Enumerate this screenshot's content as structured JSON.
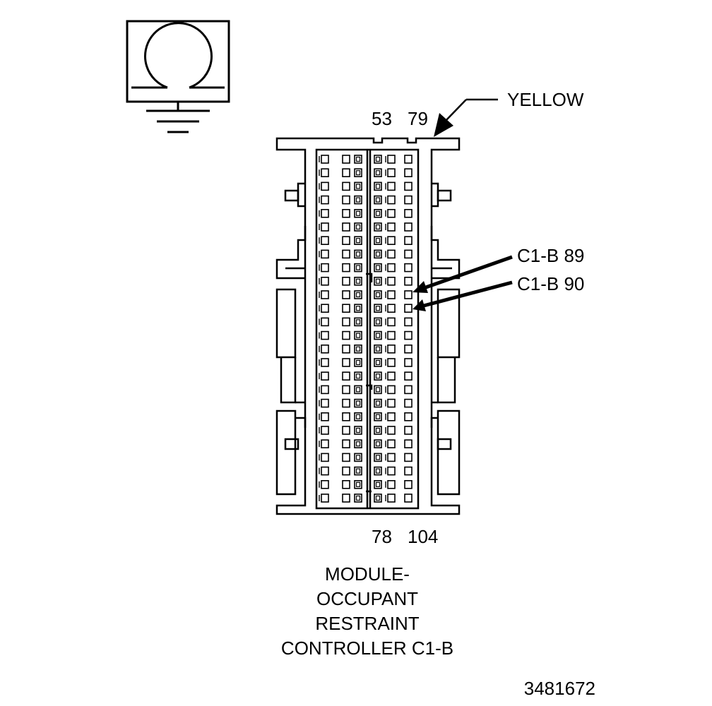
{
  "color_label": "YELLOW",
  "pin_numbers": {
    "top_left": "53",
    "top_right": "79",
    "bottom_left": "78",
    "bottom_right": "104"
  },
  "callouts": [
    "C1-B 89",
    "C1-B 90"
  ],
  "title_lines": [
    "MODULE-",
    "OCCUPANT",
    "RESTRAINT",
    "CONTROLLER C1-B"
  ],
  "figure_id": "3481672",
  "connector": {
    "rows": 26,
    "columns": 6
  },
  "ink_color": "#000000"
}
